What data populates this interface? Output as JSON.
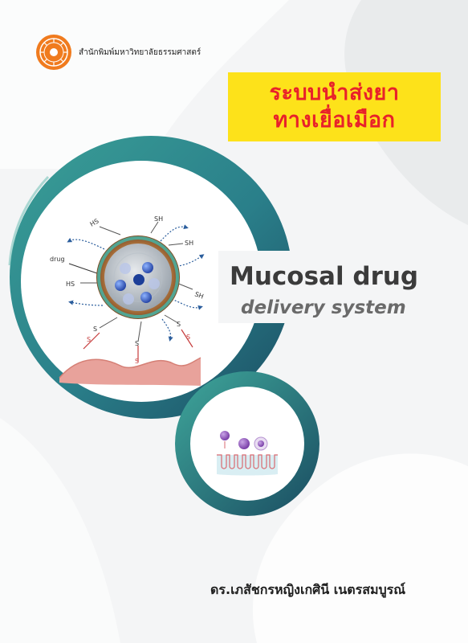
{
  "publisher": {
    "name": "สำนักพิมพ์มหาวิทยาลัยธรรมศาสตร์",
    "logo_icon": "thammasat-university-seal"
  },
  "title": {
    "line1": "ระบบนำส่งยา",
    "line2": "ทางเยื่อเมือก"
  },
  "english_title": {
    "line1": "Mucosal drug",
    "line2": "delivery system"
  },
  "illustration": {
    "drug_label": "drug",
    "thiol_label": "SH",
    "thiol_label_reversed": "HS",
    "sulfur_label": "S"
  },
  "author": "ดร.เภสัชกรหญิงเกศินี เนตรสมบูรณ์",
  "colors": {
    "teal": "#2b8f8c",
    "dark_teal": "#1a4d60",
    "title_bg": "#fde21a",
    "title_text": "#e8212a",
    "mucosa": "#e8a29b"
  }
}
